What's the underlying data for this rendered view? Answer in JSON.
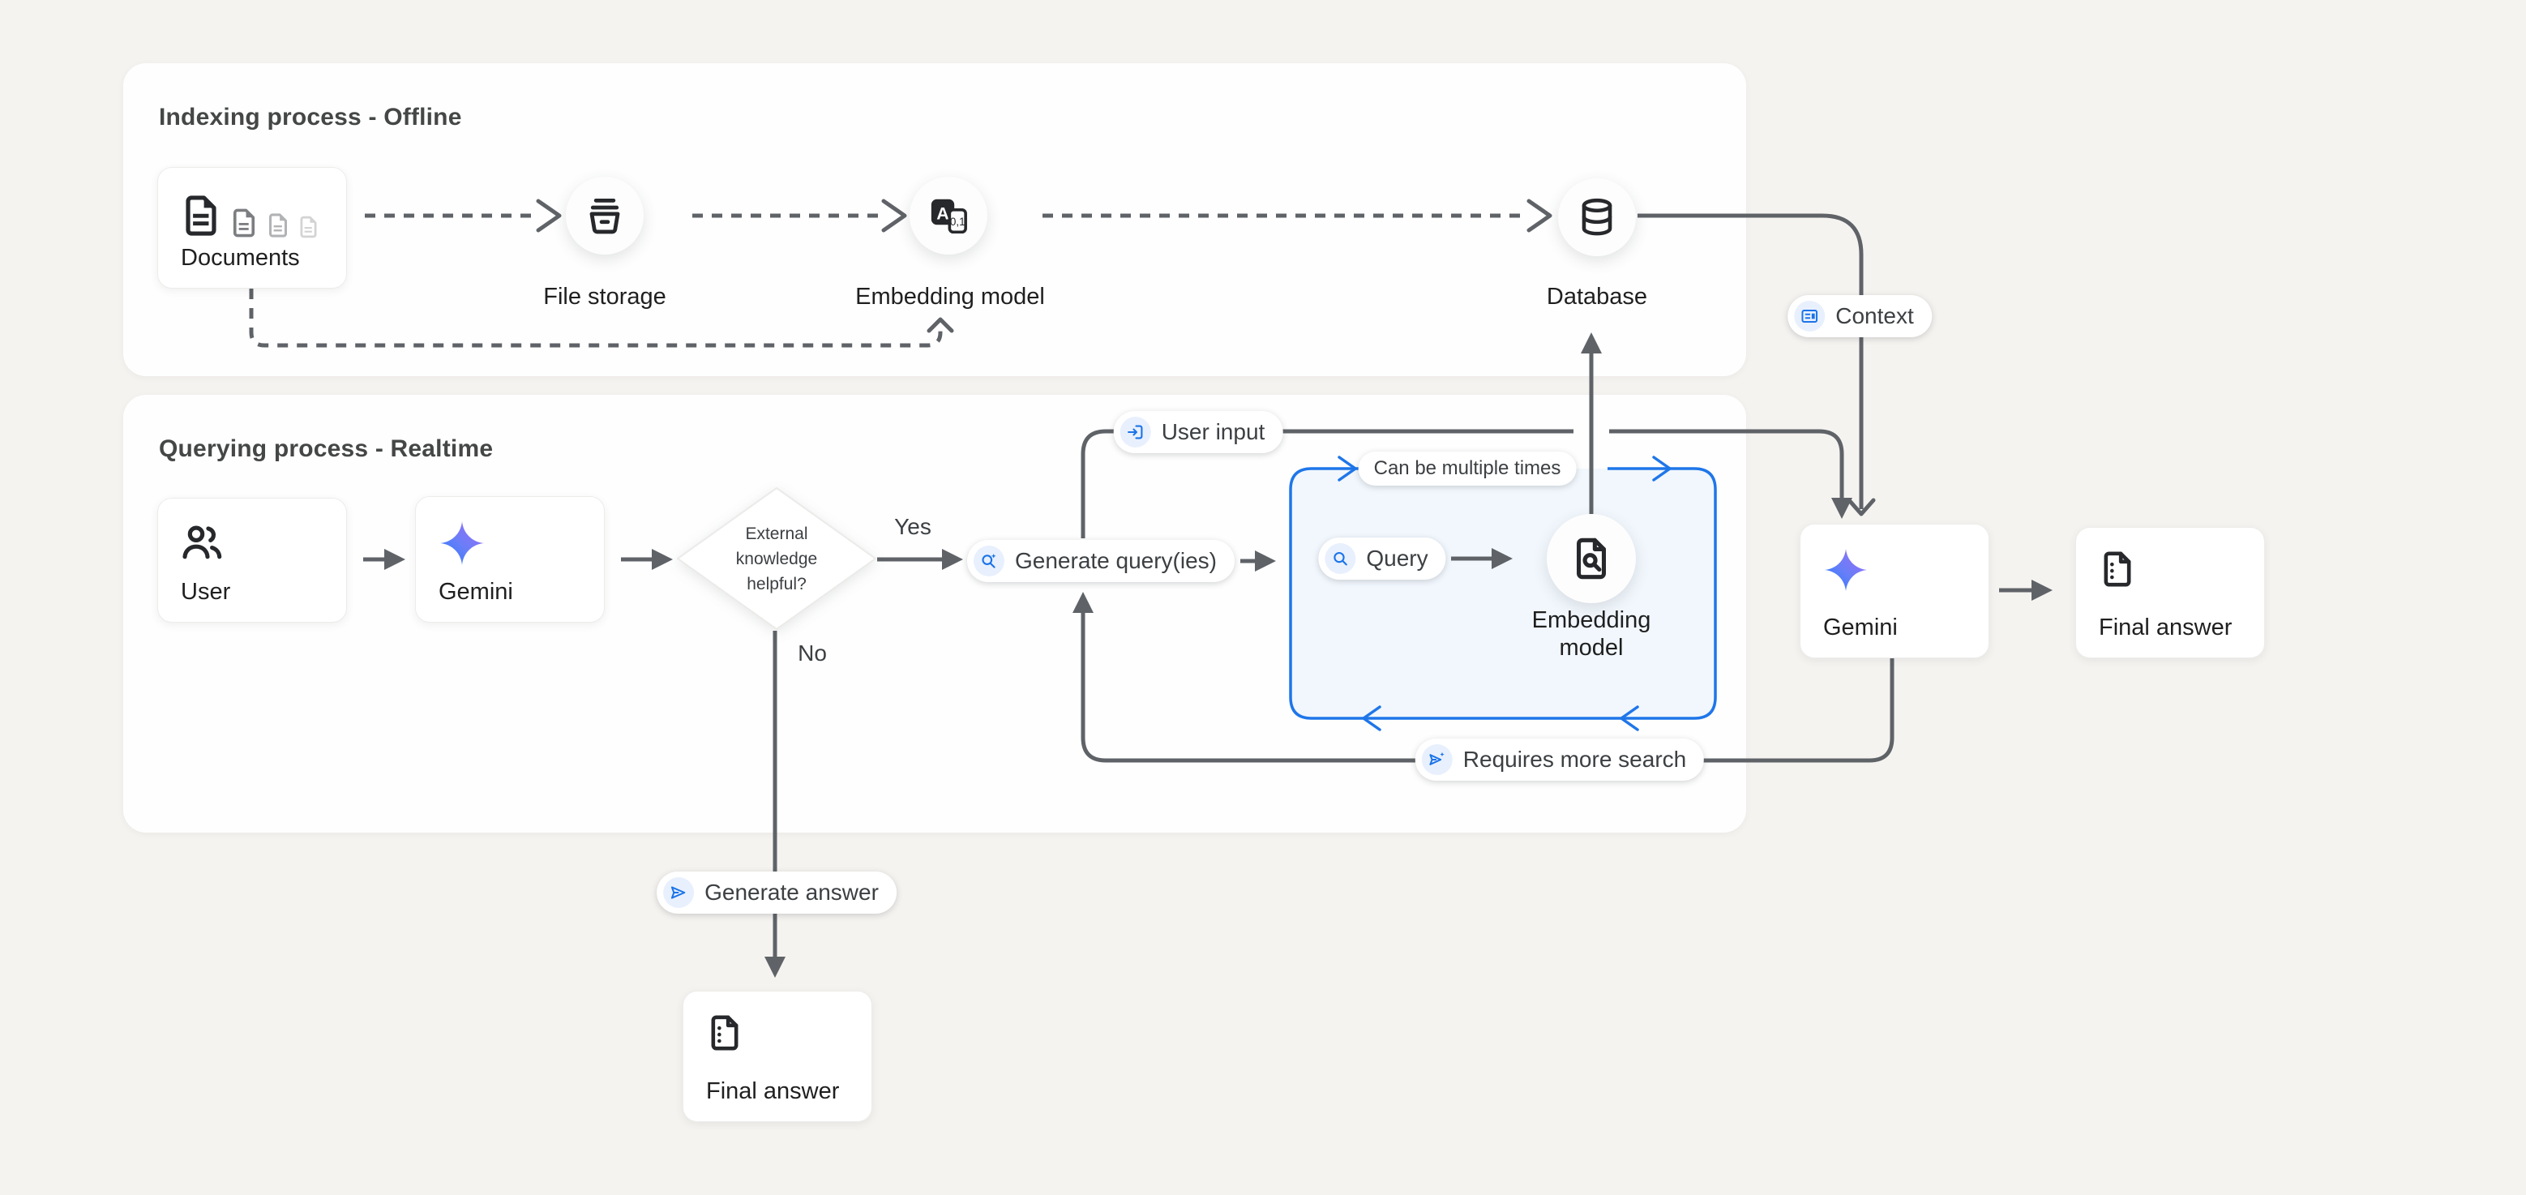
{
  "sections": {
    "indexing": {
      "title": "Indexing process - Offline"
    },
    "querying": {
      "title": "Querying process - Realtime"
    }
  },
  "nodes": {
    "documents": {
      "label": "Documents"
    },
    "file_storage": {
      "label": "File storage"
    },
    "embedding_model_top": {
      "label": "Embedding model"
    },
    "database": {
      "label": "Database"
    },
    "user": {
      "label": "User"
    },
    "gemini_left": {
      "label": "Gemini"
    },
    "decision": {
      "lines": [
        "External",
        "knowledge",
        "helpful?"
      ]
    },
    "generate_query": {
      "label": "Generate query(ies)"
    },
    "query": {
      "label": "Query"
    },
    "embedding_model_bottom": {
      "lines": [
        "Embedding",
        "model"
      ]
    },
    "gemini_right": {
      "label": "Gemini"
    },
    "final_answer_right": {
      "label": "Final answer"
    },
    "final_answer_bottom": {
      "label": "Final answer"
    }
  },
  "edge_labels": {
    "yes": "Yes",
    "no": "No",
    "user_input": "User input",
    "context": "Context",
    "can_be_multiple_times": "Can be multiple times",
    "requires_more_search": "Requires more search",
    "generate_answer": "Generate answer"
  },
  "colors": {
    "canvas_bg": "#f5f3f0",
    "card_bg": "#fefefe",
    "line_gray": "#5f6368",
    "accent_blue": "#1a73e8",
    "loop_border_blue": "#1f76e9",
    "loop_fill": "#f1f7fd",
    "chip_bg": "#e8f0fe",
    "text_primary": "#202124",
    "text_secondary": "#3c4043"
  }
}
